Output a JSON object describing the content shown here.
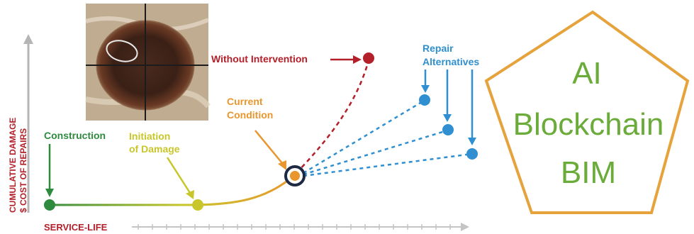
{
  "y_axis": {
    "line1": "CUMULATIVE DAMAGE",
    "line2": "$ COST OF REPAIRS"
  },
  "x_axis": {
    "label": "SERVICE-LIFE"
  },
  "stages": {
    "construction": "Construction",
    "initiation_line1": "Initiation",
    "initiation_line2": "of Damage",
    "current_line1": "Current",
    "current_line2": "Condition",
    "without_intervention": "Without Intervention",
    "repair_line1": "Repair",
    "repair_line2": "Alternatives"
  },
  "pentagon": {
    "line1": "AI",
    "line2": "Blockchain",
    "line3": "BIM"
  },
  "colors": {
    "construction": "#2e8b3e",
    "initiation": "#c8c62a",
    "current": "#e8962d",
    "without": "#b3202a",
    "repair": "#2f8fd0",
    "axis": "#9a9a9a",
    "axis_label": "#b3202a",
    "pentagon_stroke": "#e6a33c",
    "pentagon_text": "#6aab3a"
  },
  "photo": {
    "description_icon": "corroded-rebar-photo"
  }
}
